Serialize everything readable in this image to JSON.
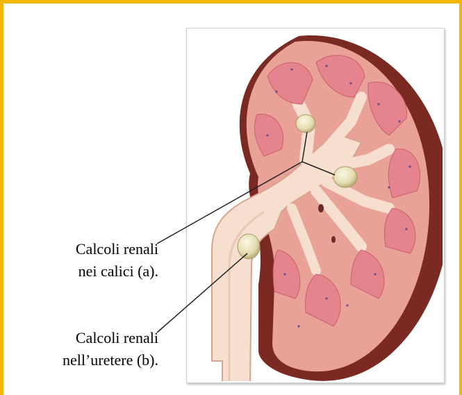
{
  "labels": {
    "a_line1": "Calcoli renali",
    "a_line2": "nei calici (a).",
    "b_line1": "Calcoli renali",
    "b_line2": "nell’uretere (b)."
  },
  "colors": {
    "frame": "#f2b705",
    "cortex": "#eba59a",
    "capsule": "#7a2a22",
    "pelvis": "#f6dfcf",
    "pyramid": "#e5838e",
    "stone": "#efe9c5"
  }
}
